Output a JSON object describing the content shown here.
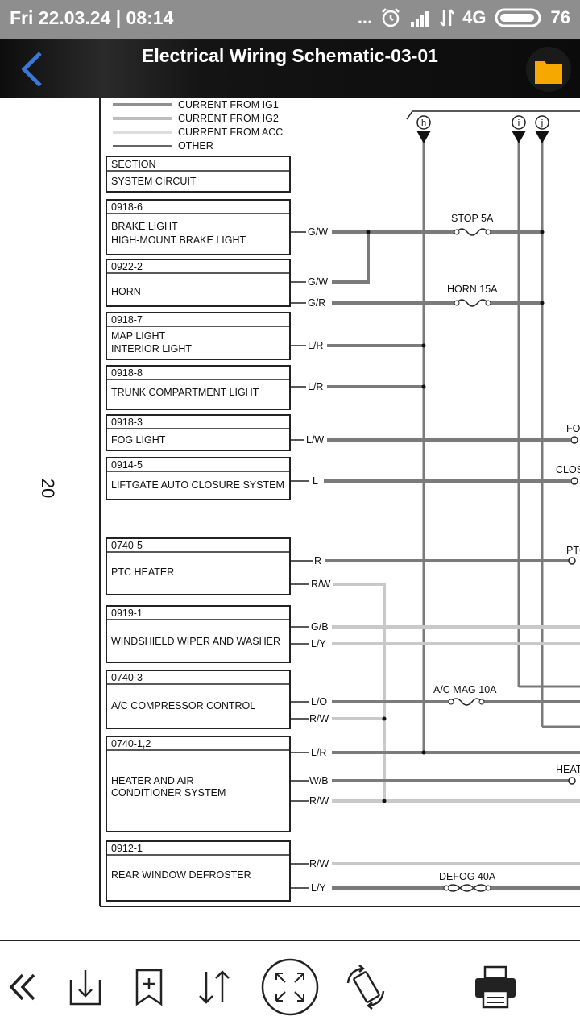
{
  "status_bar": {
    "datetime": "Fri 22.03.24 | 08:14",
    "dots": "...",
    "network": "4G",
    "battery": "76"
  },
  "header": {
    "title": "Electrical Wiring Schematic-03-01",
    "accent_color": "#f6a800",
    "back_color": "#3b78d6"
  },
  "legend": [
    "CURRENT FROM IG1",
    "CURRENT FROM IG2",
    "CURRENT FROM ACC",
    "OTHER"
  ],
  "section_box": {
    "header": "SECTION",
    "body": "SYSTEM CIRCUIT"
  },
  "page_number": "20",
  "sections": [
    {
      "code": "0918-6",
      "name1": "BRAKE LIGHT",
      "name2": "HIGH-MOUNT BRAKE LIGHT",
      "wires": [
        "G/W"
      ]
    },
    {
      "code": "0922-2",
      "name1": "HORN",
      "name2": "",
      "wires": [
        "G/W",
        "G/R"
      ]
    },
    {
      "code": "0918-7",
      "name1": "MAP LIGHT",
      "name2": "INTERIOR LIGHT",
      "wires": [
        "L/R"
      ]
    },
    {
      "code": "0918-8",
      "name1": "TRUNK COMPARTMENT LIGHT",
      "name2": "",
      "wires": [
        "L/R"
      ]
    },
    {
      "code": "0918-3",
      "name1": "FOG LIGHT",
      "name2": "",
      "wires": [
        "L/W"
      ]
    },
    {
      "code": "0914-5",
      "name1": "LIFTGATE AUTO CLOSURE SYSTEM",
      "name2": "",
      "wires": [
        "L"
      ]
    },
    {
      "code": "0740-5",
      "name1": "PTC HEATER",
      "name2": "",
      "wires": [
        "R",
        "R/W"
      ]
    },
    {
      "code": "0919-1",
      "name1": "WINDSHIELD WIPER AND WASHER",
      "name2": "",
      "wires": [
        "G/B",
        "L/Y"
      ]
    },
    {
      "code": "0740-3",
      "name1": "A/C COMPRESSOR CONTROL",
      "name2": "",
      "wires": [
        "L/O",
        "R/W"
      ]
    },
    {
      "code": "0740-1,2",
      "name1": "HEATER AND AIR",
      "name2": "CONDITIONER SYSTEM",
      "wires": [
        "L/R",
        "W/B",
        "R/W"
      ]
    },
    {
      "code": "0912-1",
      "name1": "REAR WINDOW DEFROSTER",
      "name2": "",
      "wires": [
        "R/W",
        "L/Y"
      ]
    }
  ],
  "fuses": [
    "STOP 5A",
    "HORN 15A",
    "A/C MAG 10A",
    "DEFOG 40A"
  ],
  "edge_labels": [
    "FO",
    "CLOS",
    "PTC",
    "HEAT"
  ],
  "bus_labels": [
    "h",
    "i",
    "j"
  ],
  "toolbar": {
    "items": [
      "collapse",
      "download",
      "bookmark",
      "sort",
      "fullscreen",
      "rotate",
      "print"
    ]
  }
}
